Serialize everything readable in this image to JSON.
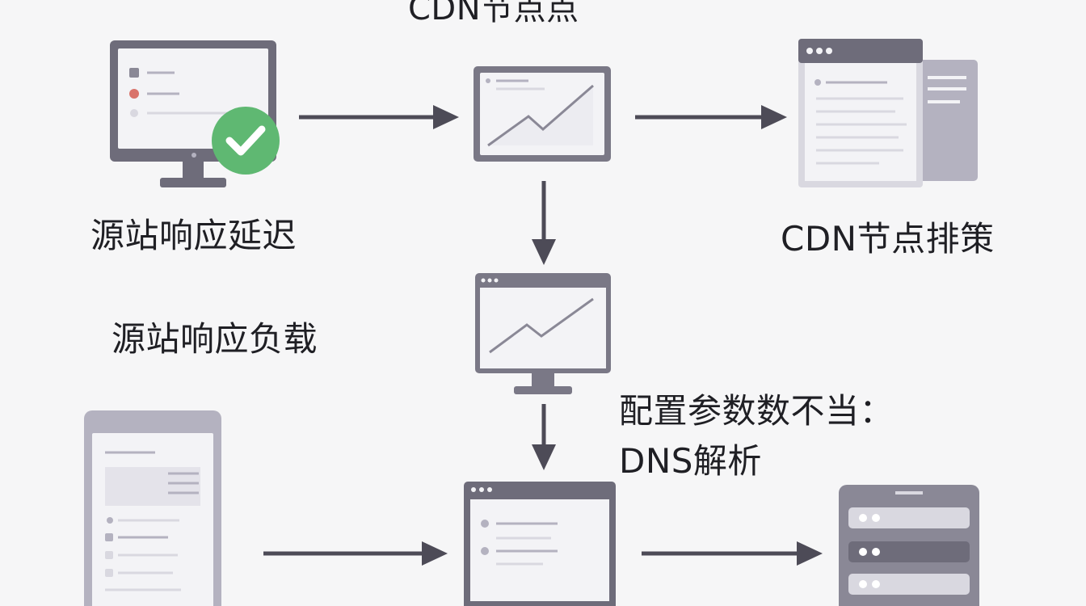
{
  "labels": {
    "top_title": "CDN节点点",
    "origin_delay": "源站响应延迟",
    "cdn_troubleshoot": "CDN节点排策",
    "origin_load": "源站响应负载",
    "config_line1": "配置参数数不当：",
    "config_line2": "DNS解析"
  },
  "icons": {
    "monitor_check": "monitor-with-check-icon",
    "chart_window": "line-chart-window-icon",
    "document_window": "document-window-icon",
    "chart_monitor": "line-chart-monitor-icon",
    "tablet_doc": "tablet-document-icon",
    "list_monitor": "list-monitor-icon",
    "server_rack": "server-rack-icon"
  },
  "colors": {
    "icon_dark": "#6e6c7a",
    "icon_mid": "#b4b2c0",
    "icon_light": "#d9d8e0",
    "screen": "#f3f3f6",
    "arrow": "#4d4b57",
    "check_green": "#5fb872",
    "dot_red": "#d9736b"
  }
}
